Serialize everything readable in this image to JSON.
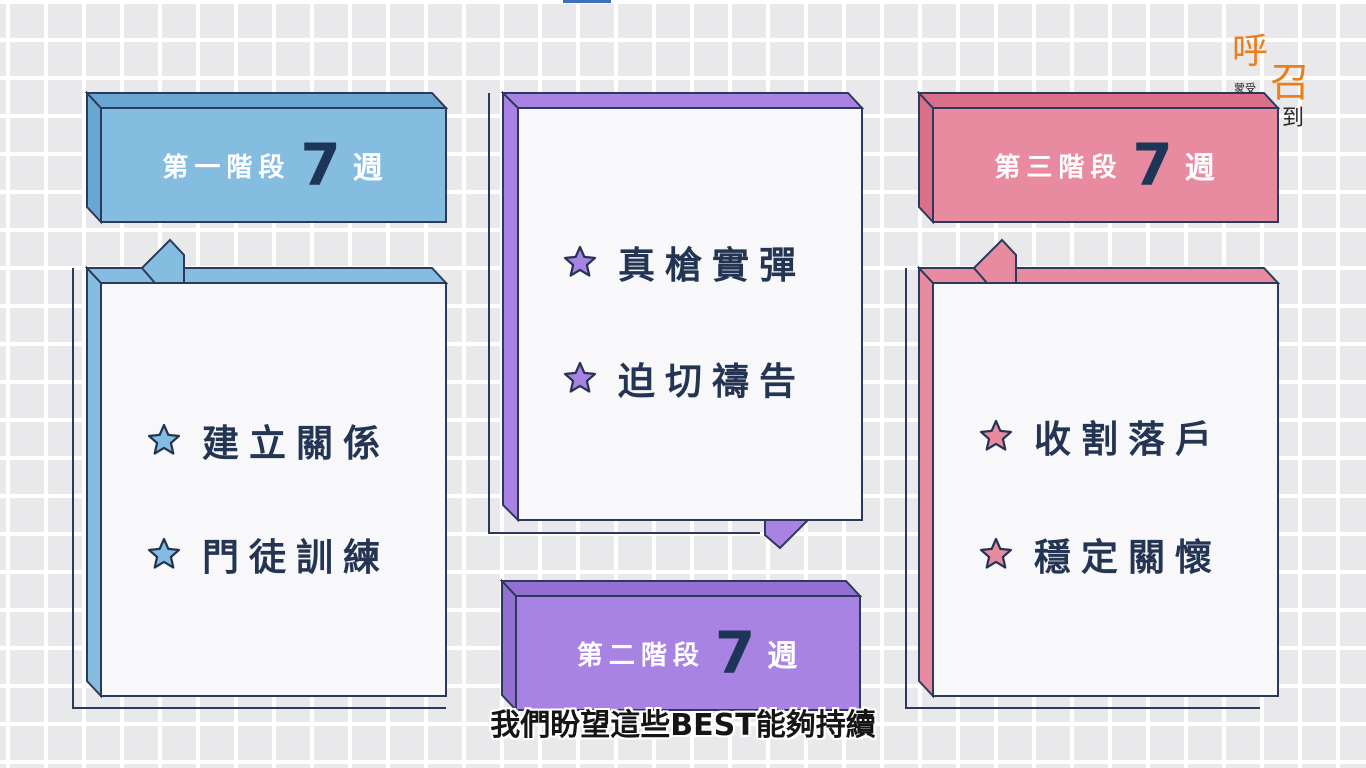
{
  "colors": {
    "blue": "#85bde0",
    "purple": "#a983e3",
    "pink": "#e88aa0",
    "navy": "#243554",
    "logo_orange": "#e8801e"
  },
  "logo": {
    "char1": "呼",
    "char2": "召",
    "small": "蒙受",
    "line2": "聖旨到"
  },
  "stages": [
    {
      "label": "第一階段",
      "number": "7",
      "unit": "週",
      "items": [
        "建立關係",
        "門徒訓練"
      ]
    },
    {
      "label": "第二階段",
      "number": "7",
      "unit": "週",
      "items": [
        "真槍實彈",
        "迫切禱告"
      ]
    },
    {
      "label": "第三階段",
      "number": "7",
      "unit": "週",
      "items": [
        "收割落戶",
        "穩定關懷"
      ]
    }
  ],
  "subtitle": "我們盼望這些BEST能夠持續"
}
